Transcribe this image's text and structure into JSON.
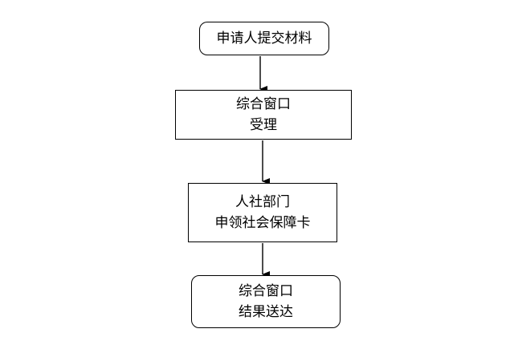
{
  "flow": {
    "step1": {
      "lines": [
        "申请人提交材料"
      ]
    },
    "step2": {
      "lines": [
        "综合窗口",
        "受理"
      ]
    },
    "step3": {
      "lines": [
        "人社部门",
        "申领社会保障卡"
      ]
    },
    "step4": {
      "lines": [
        "综合窗口",
        "结果送达"
      ]
    }
  }
}
